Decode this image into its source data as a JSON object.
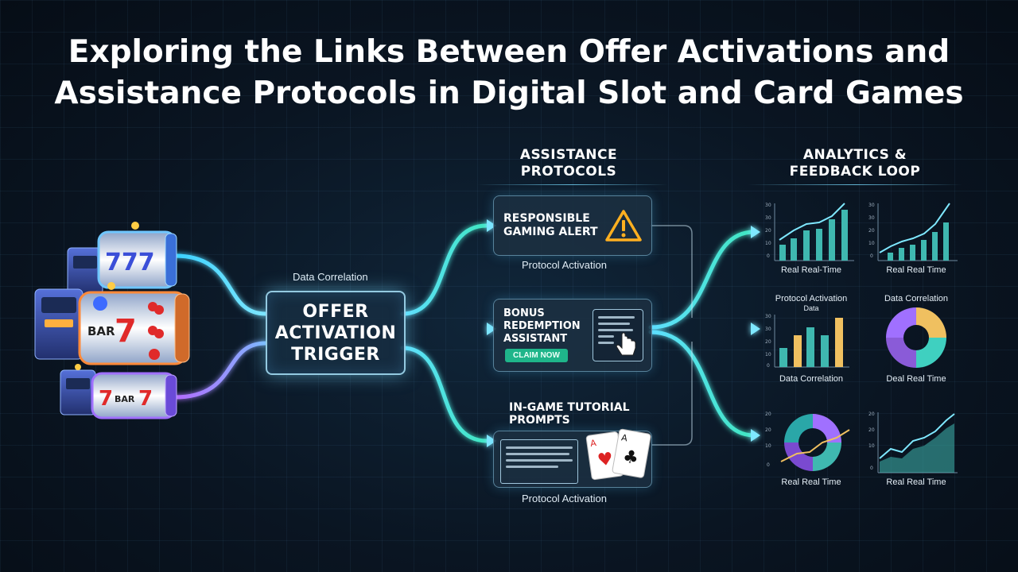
{
  "title": {
    "line1": "Exploring the Links Between Offer Activations and",
    "line2": "Assistance Protocols in Digital Slot and Card Games"
  },
  "center": {
    "caption": "Data Correlation",
    "trigger_line1": "OFFER",
    "trigger_line2": "ACTIVATION",
    "trigger_line3": "TRIGGER"
  },
  "assistance": {
    "header_line1": "ASSISTANCE",
    "header_line2": "PROTOCOLS",
    "responsible": {
      "line1": "RESPONSIBLE",
      "line2": "GAMING ALERT",
      "caption": "Protocol Activation"
    },
    "bonus": {
      "line1": "BONUS",
      "line2": "REDEMPTION",
      "line3": "ASSISTANT",
      "button": "CLAIM NOW"
    },
    "tutorial": {
      "line1": "IN-GAME TUTORIAL",
      "line2": "PROMPTS",
      "caption": "Protocol Activation"
    }
  },
  "analytics": {
    "header_line1": "ANALYTICS &",
    "header_line2": "FEEDBACK LOOP",
    "charts": [
      {
        "caption": "Real Real-Time"
      },
      {
        "caption": "Real Real Time"
      },
      {
        "title": "Protocol Activation",
        "subtitle": "Data",
        "caption": "Data Correlation"
      },
      {
        "title": "Data Correlation",
        "caption": "Deal Real Time"
      },
      {
        "caption": "Real Real Time"
      },
      {
        "caption": "Real Real Time"
      }
    ]
  },
  "slots": {
    "bar_symbol": "BAR",
    "seven": "7"
  },
  "colors": {
    "cyan": "#4fe3ff",
    "teal": "#3fe6c0",
    "violet": "#a06bff",
    "orange": "#ff8c3a",
    "gold": "#f0c060"
  }
}
